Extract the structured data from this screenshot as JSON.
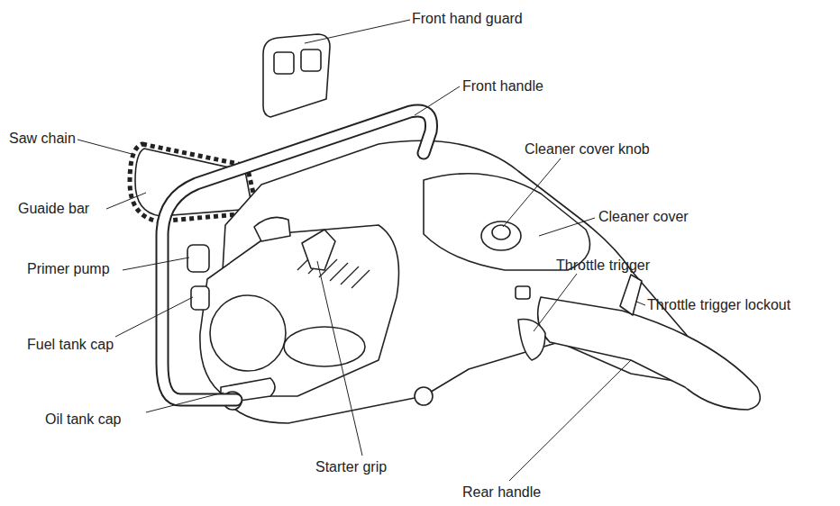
{
  "diagram": {
    "labels": [
      "Front hand guard",
      "Front handle",
      "Saw chain",
      "Cleaner cover knob",
      "Guaide bar",
      "Cleaner cover",
      "Primer pump",
      "Throttle trigger",
      "Throttle trigger lockout",
      "Fuel tank cap",
      "Oil tank cap",
      "Starter grip",
      "Rear handle"
    ]
  }
}
